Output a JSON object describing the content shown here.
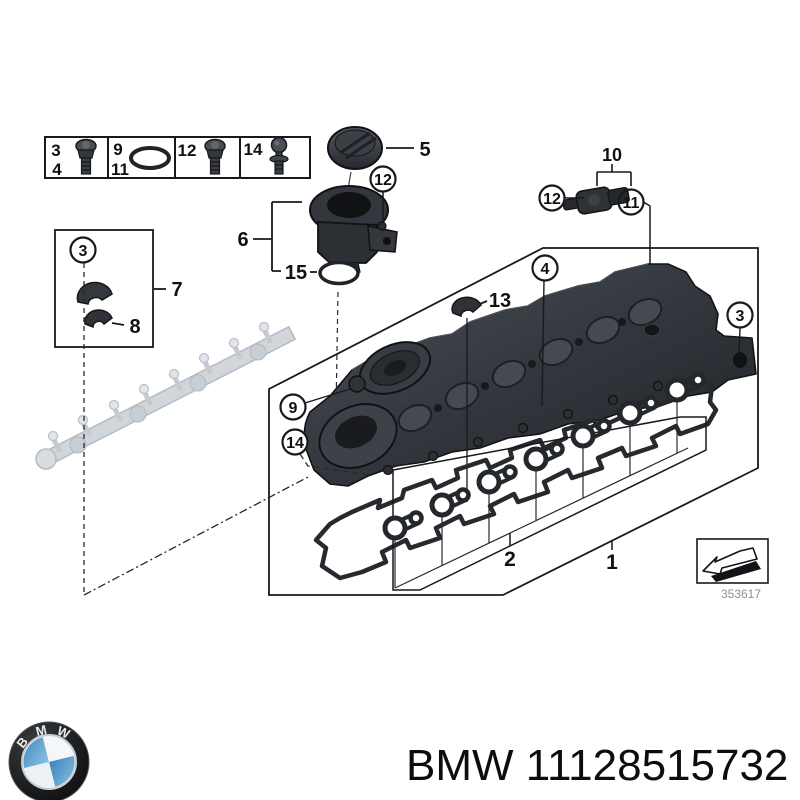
{
  "legend_table": {
    "cells": [
      {
        "labels": [
          "3",
          "4"
        ],
        "icon": "hex-bolt-icon"
      },
      {
        "labels": [
          "9",
          "11"
        ],
        "icon": "o-ring-icon"
      },
      {
        "labels": [
          "12"
        ],
        "icon": "hex-bolt-icon"
      },
      {
        "labels": [
          "14"
        ],
        "icon": "ball-stud-icon"
      }
    ],
    "cell1_top": "3",
    "cell1_bottom": "4",
    "cell2_top": "9",
    "cell2_bottom": "11",
    "cell3": "12",
    "cell4": "14"
  },
  "callouts": {
    "cap": "5",
    "filler_neck": "6",
    "bearing_cap_circle": "3",
    "bracket_large": "7",
    "bracket_small": "8",
    "oring_neck": "15",
    "neck_bolt_circle": "12",
    "sensor_group": "10",
    "sensor_bolt_circle": "12",
    "sensor_circle": "11",
    "cover_bolt_circle": "4",
    "cover_corner_circle": "3",
    "vent_circle": "9",
    "stud_circle": "14",
    "clip": "13",
    "gasket_set": "2",
    "gasket_profile": "1"
  },
  "diagram_ref": {
    "code": "353617",
    "icon": "direction-arrow-icon"
  },
  "footer": {
    "part_text": "BMW 11128515732",
    "logo_letters": {
      "b": "B",
      "m": "M",
      "w": "W"
    }
  }
}
